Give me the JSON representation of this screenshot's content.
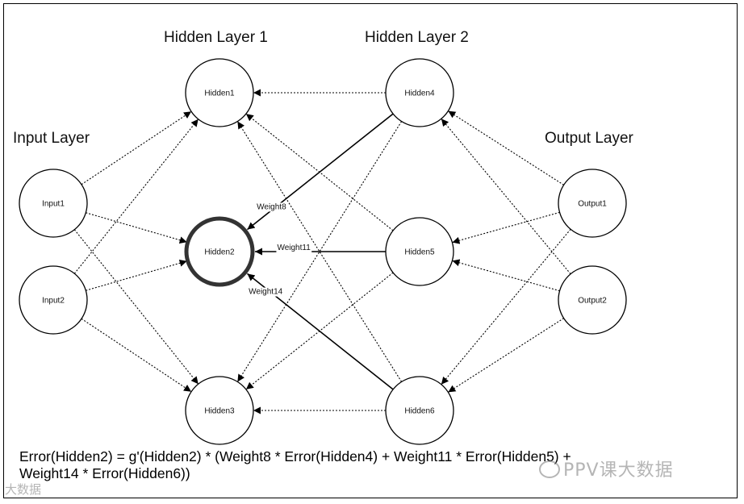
{
  "layers": [
    {
      "title": "Input Layer",
      "nodes": [
        "Input1",
        "Input2"
      ]
    },
    {
      "title": "Hidden Layer 1",
      "nodes": [
        "Hidden1",
        "Hidden2",
        "Hidden3"
      ]
    },
    {
      "title": "Hidden Layer 2",
      "nodes": [
        "Hidden4",
        "Hidden5",
        "Hidden6"
      ]
    },
    {
      "title": "Output Layer",
      "nodes": [
        "Output1",
        "Output2"
      ]
    }
  ],
  "highlighted_node": "Hidden2",
  "weights": [
    {
      "label": "Weight8",
      "from": "Hidden4",
      "to": "Hidden2"
    },
    {
      "label": "Weight11",
      "from": "Hidden5",
      "to": "Hidden2"
    },
    {
      "label": "Weight14",
      "from": "Hidden6",
      "to": "Hidden2"
    }
  ],
  "formula": {
    "line1": "Error(Hidden2) = g'(Hidden2) * (Weight8 * Error(Hidden4) + Weight11 * Error(Hidden5) +",
    "line2": "Weight14 * Error(Hidden6))"
  },
  "watermark": {
    "right": "PPV课大数据",
    "left": "大数据"
  },
  "colors": {
    "stroke": "#000000",
    "highlight": "#333333",
    "watermark": "#787878"
  }
}
